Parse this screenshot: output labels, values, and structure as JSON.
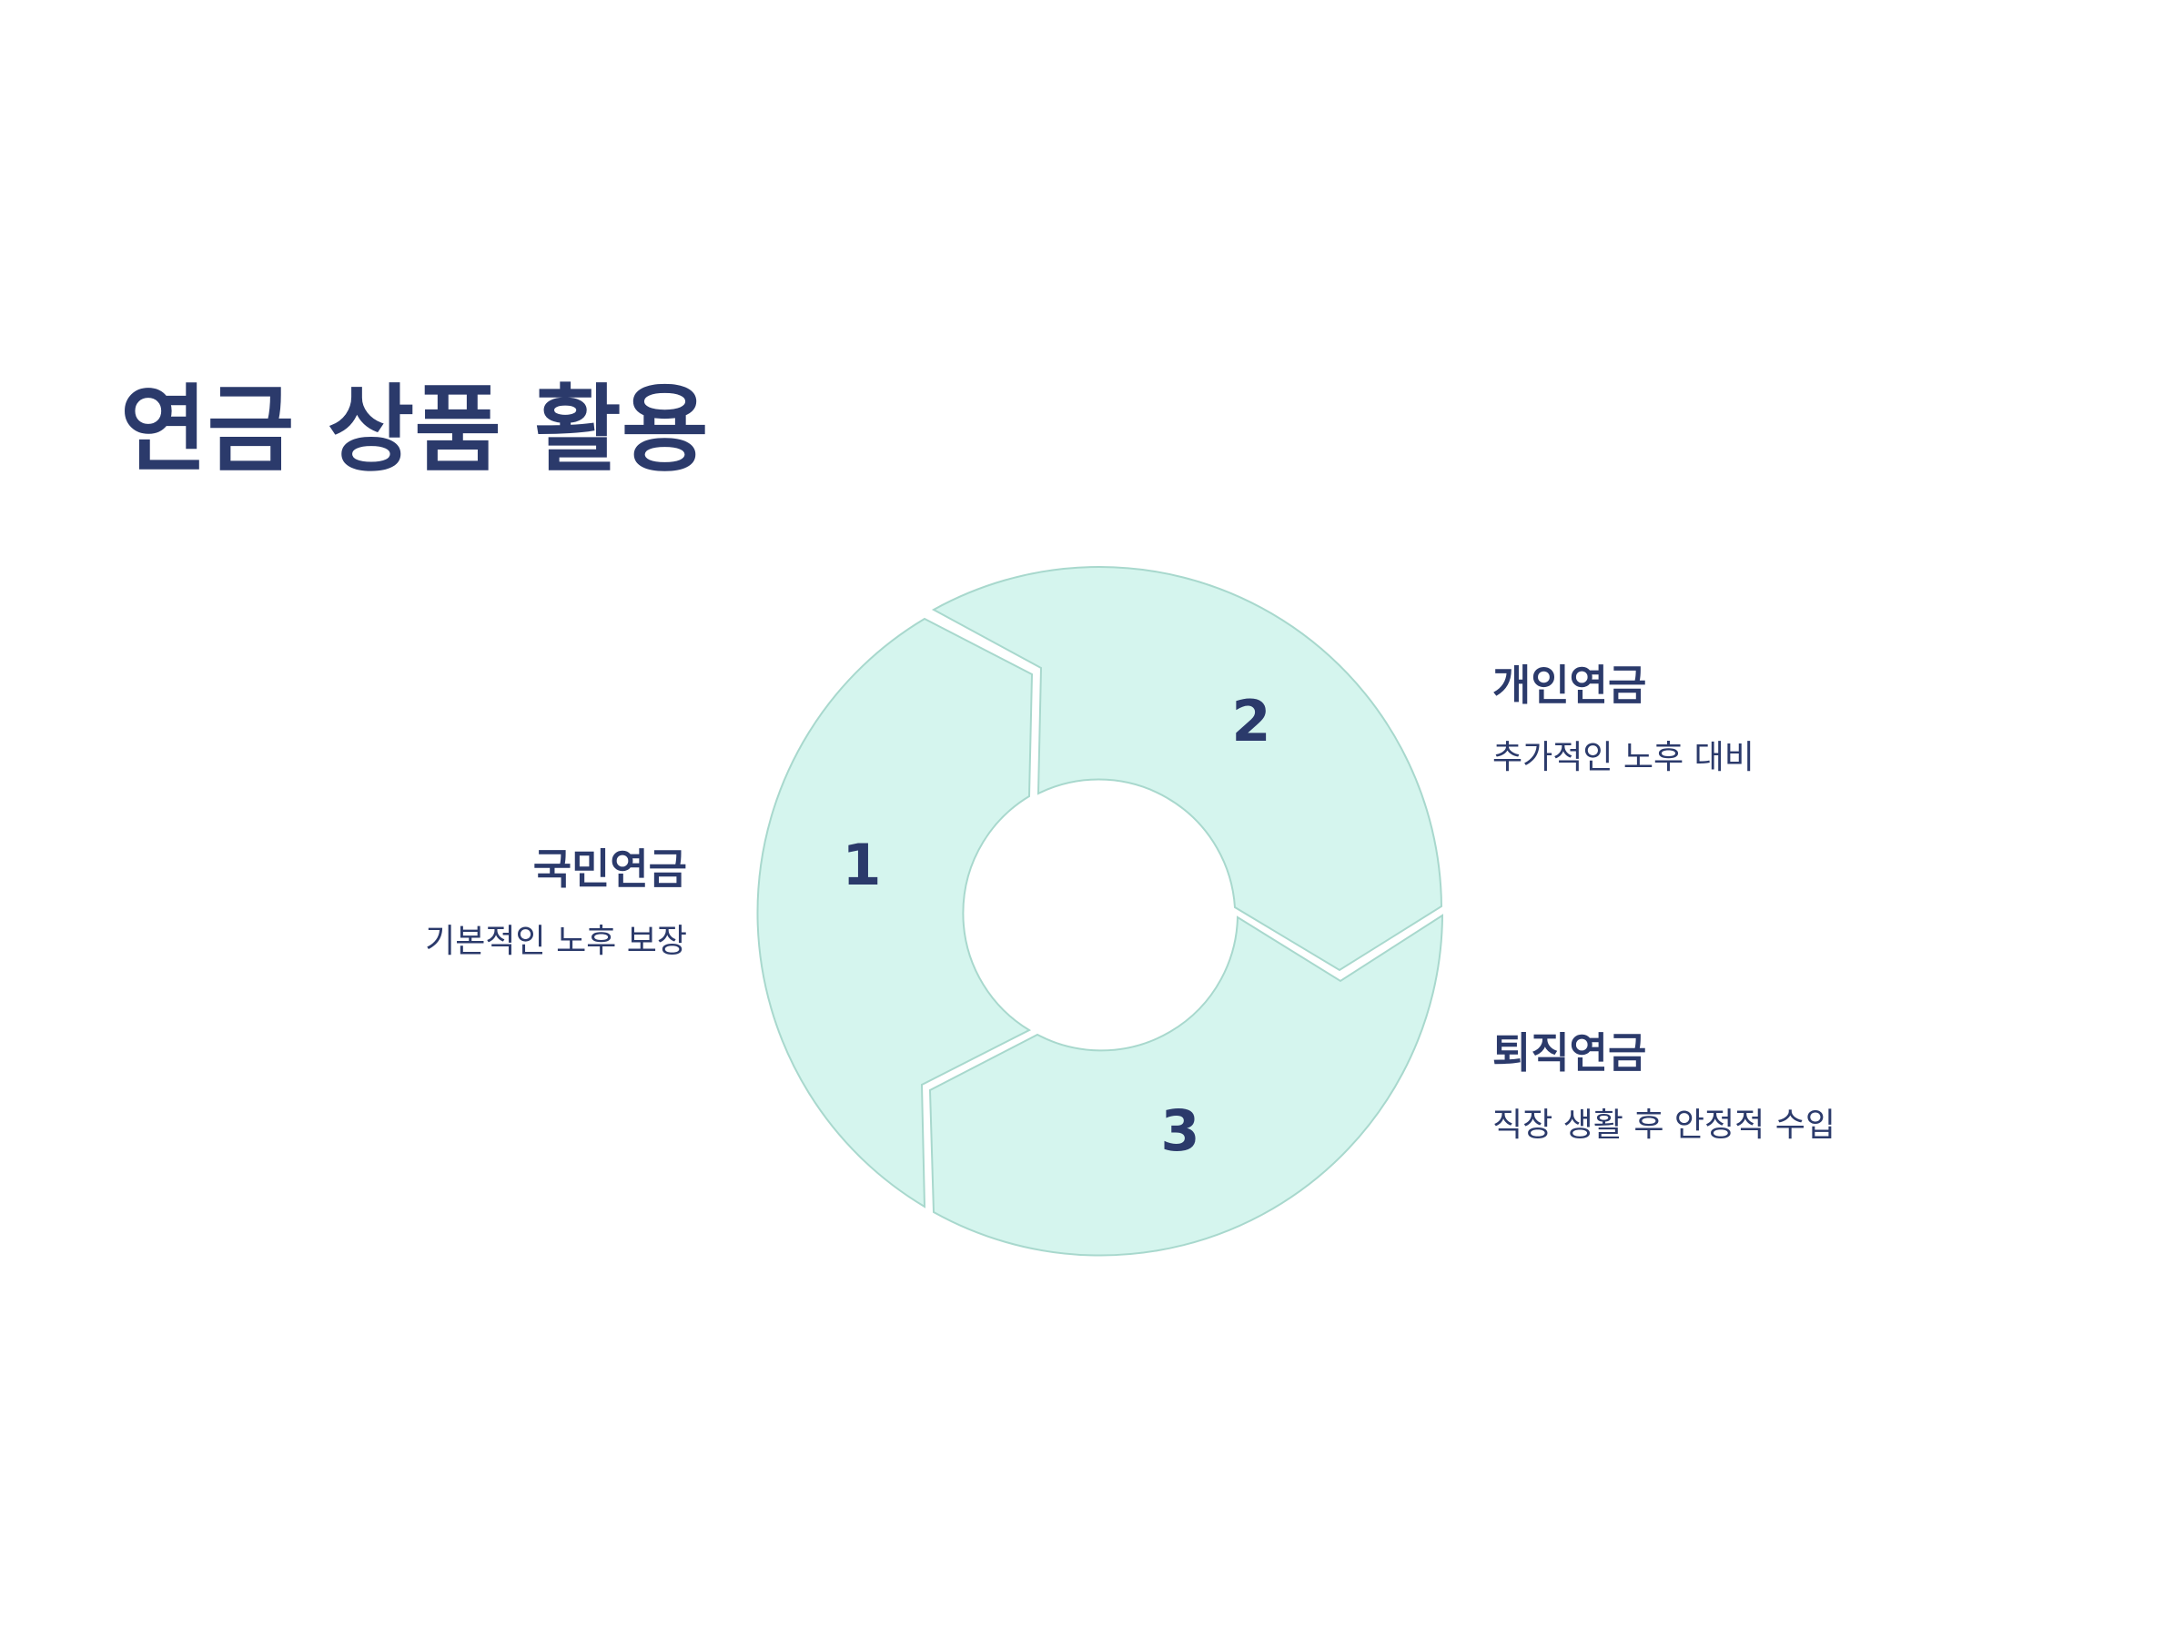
{
  "title": "연금 상품 활용",
  "colors": {
    "text": "#2b3a6b",
    "segment_fill": "#d5f5ee",
    "segment_stroke": "#a8d8cd",
    "gap": "#ffffff"
  },
  "items": [
    {
      "number": "1",
      "title": "국민연금",
      "description": "기본적인 노후 보장"
    },
    {
      "number": "2",
      "title": "개인연금",
      "description": "추가적인 노후 대비"
    },
    {
      "number": "3",
      "title": "퇴직연금",
      "description": "직장 생활 후 안정적 수입"
    }
  ]
}
